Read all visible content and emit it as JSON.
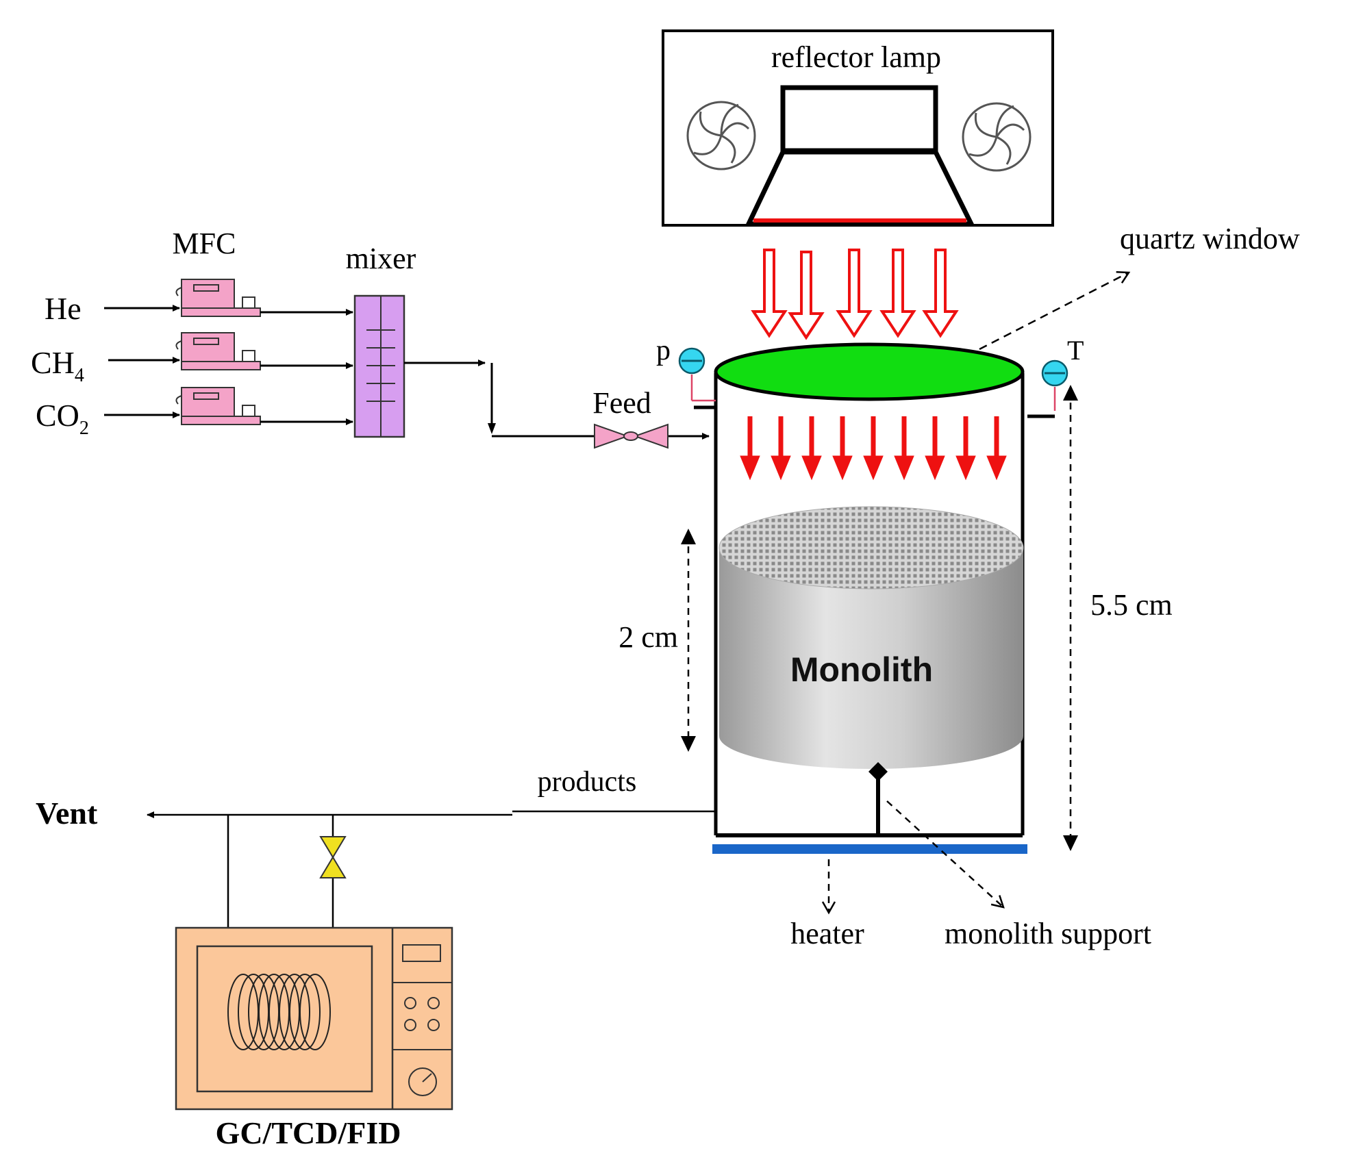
{
  "labels": {
    "reflector_lamp": "reflector lamp",
    "quartz_window": "quartz window",
    "mfc": "MFC",
    "mixer": "mixer",
    "he": "He",
    "ch4_base": "CH",
    "ch4_sub": "4",
    "co2_base": "CO",
    "co2_sub": "2",
    "feed": "Feed",
    "p": "p",
    "t": "T",
    "dim_2cm": "2 cm",
    "dim_55cm": "5.5 cm",
    "monolith": "Monolith",
    "products": "products",
    "vent": "Vent",
    "heater": "heater",
    "monolith_support": "monolith support",
    "gc": "GC/TCD/FID"
  },
  "colors": {
    "mfc": "#f4a3c8",
    "mixer": "#d79ef0",
    "window": "#11dd11",
    "arrows": "#ee1111",
    "gauge": "#35d6f0",
    "heater": "#1a66c8",
    "valve": "#f0e020",
    "gc": "#fbc79a",
    "monolith": "#b8b8b8"
  }
}
